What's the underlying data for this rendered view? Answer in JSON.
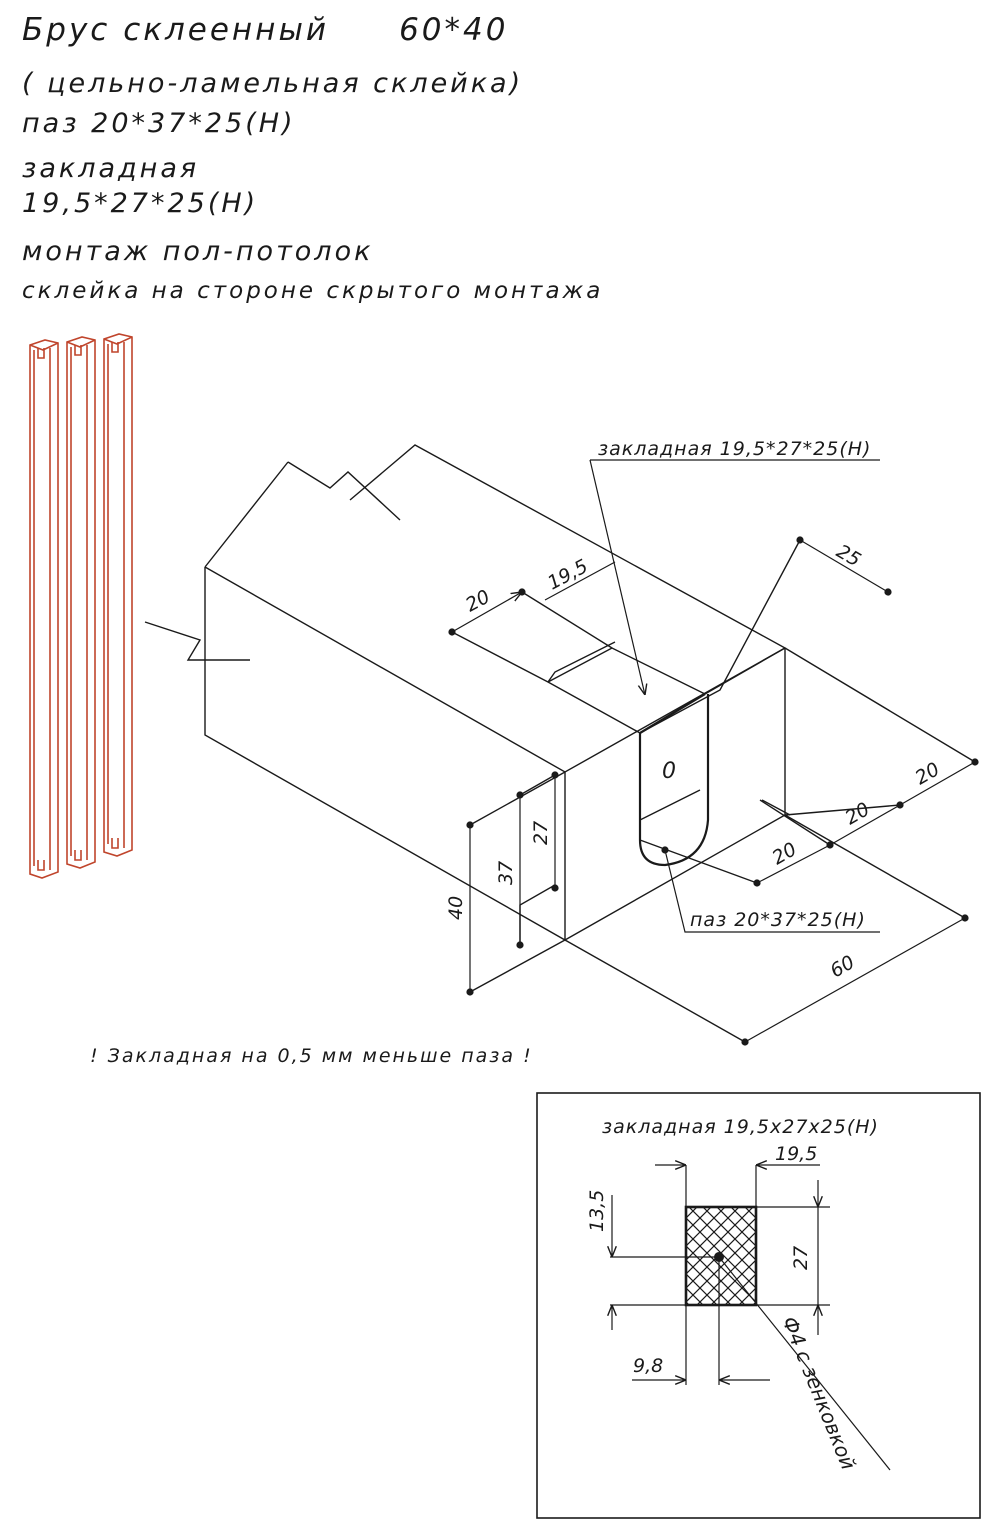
{
  "header": {
    "title": "Брус склеенный",
    "size": "60*40",
    "glue_type": "( цельно-ламельная склейка)",
    "groove": "паз 20*37*25(Н)",
    "insert_label": "закладная",
    "insert_size": "19,5*27*25(Н)",
    "mounting": "монтаж пол-потолок",
    "glue_side": "склейка на стороне скрытого монтажа"
  },
  "iso": {
    "callout_insert": "закладная 19,5*27*25(Н)",
    "callout_groove": "паз 20*37*25(Н)",
    "dim_20_a": "20",
    "dim_19_5": "19,5",
    "dim_25": "25",
    "dim_20_r1": "20",
    "dim_20_r2": "20",
    "dim_20_r3": "20",
    "dim_60": "60",
    "dim_40": "40",
    "dim_37": "37",
    "dim_27": "27",
    "face_mark": "0"
  },
  "note": "! Закладная на 0,5 мм меньше паза !",
  "detail": {
    "title": "закладная 19,5х27х25(Н)",
    "dim_19_5": "19,5",
    "dim_13_5": "13,5",
    "dim_27": "27",
    "dim_9_8": "9,8",
    "hole": "Ф4 с зенковкой"
  },
  "colors": {
    "ink": "#1a1a1a",
    "post_outline": "#c0452c"
  }
}
